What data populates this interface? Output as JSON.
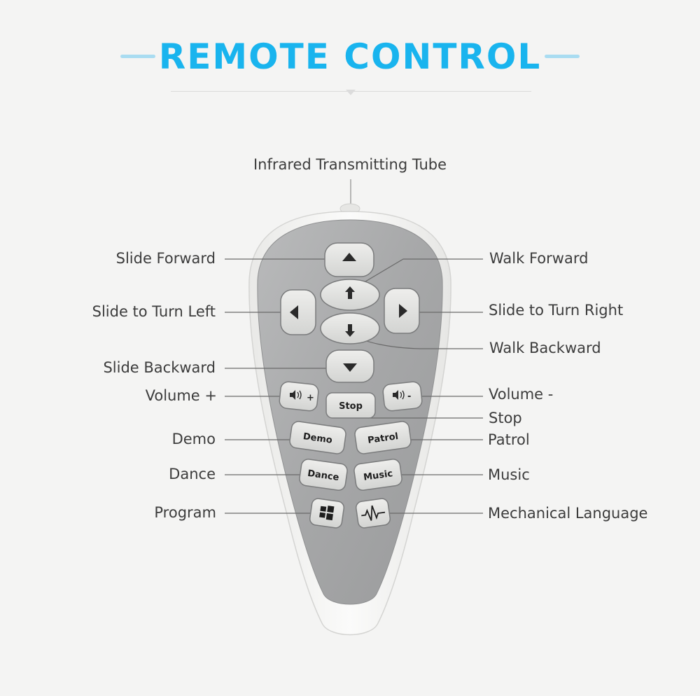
{
  "title": "REMOTE CONTROL",
  "callouts": {
    "top": "Infrared Transmitting Tube",
    "left": [
      "Slide Forward",
      "Slide to Turn Left",
      "Slide Backward",
      "Volume +",
      "Demo",
      "Dance",
      "Program"
    ],
    "right": [
      "Walk Forward",
      "Slide to Turn Right",
      "Walk Backward",
      "Volume -",
      "Stop",
      "Patrol",
      "Music",
      "Mechanical Language"
    ]
  },
  "buttons": {
    "stop": "Stop",
    "demo": "Demo",
    "patrol": "Patrol",
    "dance": "Dance",
    "music": "Music",
    "vol_plus": "+",
    "vol_minus": "-"
  },
  "colors": {
    "title": "#19b4ee",
    "body": "#f7f7f6",
    "panel": "#a9aaab",
    "button": "#dfe0de"
  },
  "icons": [
    "up-triangle-icon",
    "up-arrow-icon",
    "left-triangle-icon",
    "right-triangle-icon",
    "down-arrow-icon",
    "down-triangle-icon",
    "speaker-icon",
    "windows-icon",
    "waveform-icon"
  ]
}
